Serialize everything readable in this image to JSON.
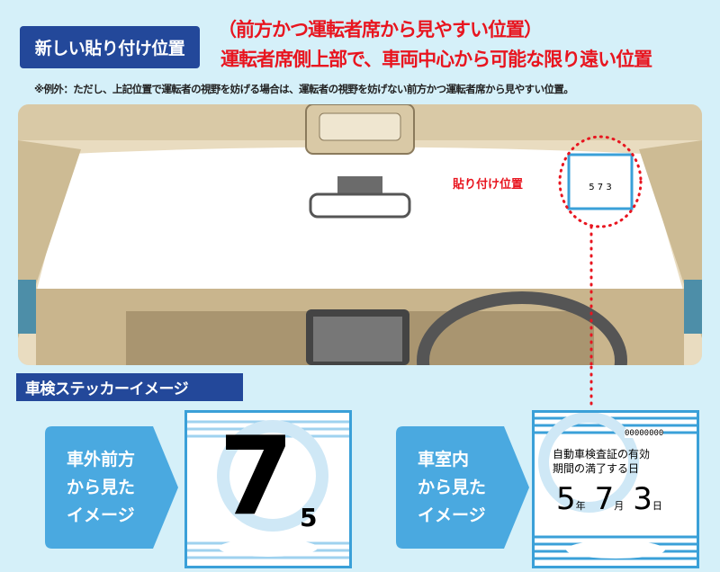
{
  "header": {
    "title": "新しい貼り付け位置",
    "line1": "（前方かつ運転者席から見やすい位置）",
    "line2": "運転者席側上部で、車両中心から可能な限り遠い位置",
    "note": "※例外：ただし、上記位置で運転者の視野を妨げる場合は、運転者の視野を妨げない前方かつ運転者席から見やすい位置。"
  },
  "scene": {
    "position_label": "貼り付け位置"
  },
  "section_title": "車検ステッカーイメージ",
  "exterior": {
    "label_lines": [
      "車外前方",
      "から見た",
      "イメージ"
    ],
    "big_number": "7",
    "small_number": "5"
  },
  "interior": {
    "label_lines": [
      "車室内",
      "から見た",
      "イメージ"
    ],
    "serial": "00000000",
    "text_lines": [
      "自動車検査証の有効",
      "期間の満了する日"
    ],
    "year": "5",
    "year_unit": "年",
    "month": "7",
    "month_unit": "月",
    "day": "3",
    "day_unit": "日"
  },
  "colors": {
    "navy": "#23489a",
    "red": "#e8151f",
    "sticker_blue": "#3aa0d8",
    "bg": "#d5f0f9"
  }
}
